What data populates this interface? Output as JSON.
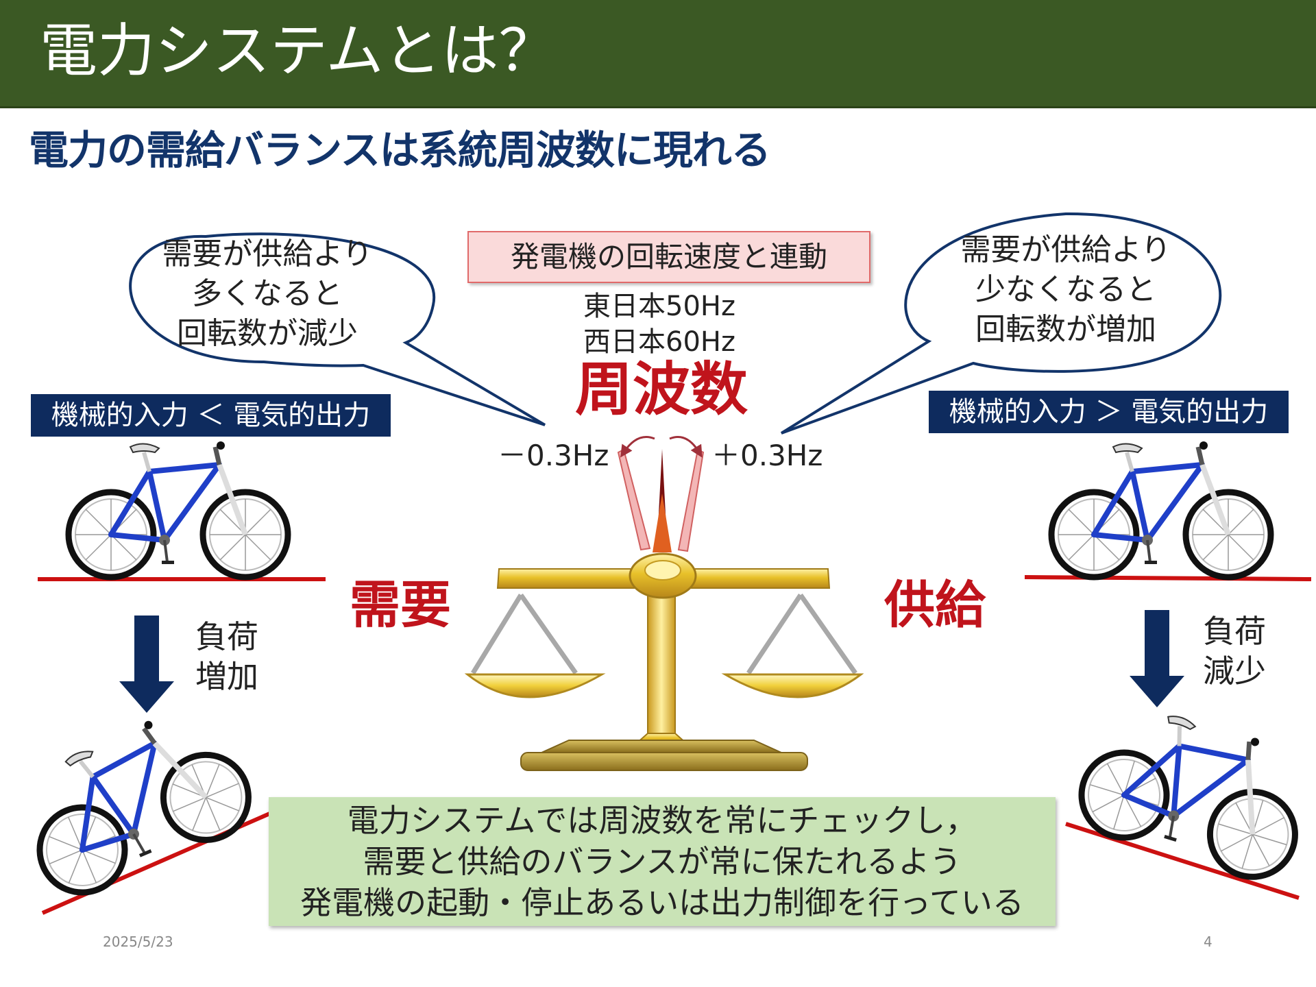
{
  "header": {
    "title": "電力システムとは？"
  },
  "subtitle": "電力の需給バランスは系統周波数に現れる",
  "bubbles": {
    "left": [
      "需要が供給より",
      "多くなると",
      "回転数が減少"
    ],
    "right": [
      "需要が供給より",
      "少なくなると",
      "回転数が増加"
    ]
  },
  "center": {
    "linked_label": "発電機の回転速度と連動",
    "east": "東日本50Hz",
    "west": "西日本60Hz",
    "frequency_label": "周波数",
    "minus": "－0.3Hz",
    "plus": "＋0.3Hz"
  },
  "labels": {
    "left_condition": "機械的入力 ＜ 電気的出力",
    "right_condition": "機械的入力 ＞ 電気的出力",
    "demand": "需要",
    "supply": "供給",
    "load_increase": [
      "負荷",
      "増加"
    ],
    "load_decrease": [
      "負荷",
      "減少"
    ]
  },
  "note": [
    "電力システムでは周波数を常にチェックし，",
    "需要と供給のバランスが常に保たれるよう",
    "発電機の起動・停止あるいは出力制御を行っている"
  ],
  "footer": {
    "date": "2025/5/23",
    "page": "4"
  },
  "colors": {
    "title_bg": "#3b5924",
    "subtitle": "#12346a",
    "accent_red": "#c0141c",
    "navy": "#0e2b5e",
    "note_bg": "#c9e3b6",
    "linked_bg": "#fadada",
    "gold": "#e8c12a"
  }
}
